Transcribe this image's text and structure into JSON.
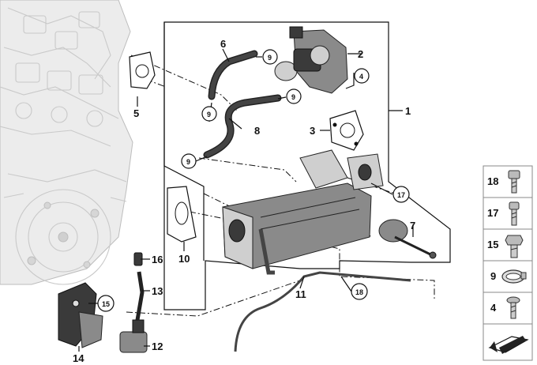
{
  "callouts": {
    "c1": "1",
    "c2": "2",
    "c3": "3",
    "c4": "4",
    "c5": "5",
    "c6": "6",
    "c7": "7",
    "c8": "8",
    "c9a": "9",
    "c9b": "9",
    "c9c": "9",
    "c9d": "9",
    "c10": "10",
    "c11": "11",
    "c12": "12",
    "c13": "13",
    "c14": "14",
    "c15": "15",
    "c16": "16",
    "c17": "17",
    "c18": "18"
  },
  "legend": {
    "items": [
      {
        "num": "18",
        "icon": "hex-socket-bolt-icon"
      },
      {
        "num": "17",
        "icon": "torx-bolt-icon"
      },
      {
        "num": "15",
        "icon": "hex-collar-bolt-icon"
      },
      {
        "num": "9",
        "icon": "hose-clamp-icon"
      },
      {
        "num": "4",
        "icon": "flat-head-screw-icon"
      }
    ],
    "footer_icon": "arrow-icon"
  }
}
